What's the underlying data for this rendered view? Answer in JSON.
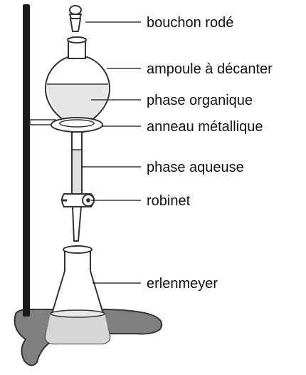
{
  "colors": {
    "rod": "#1a1a1a",
    "base": "#808080",
    "glass_fill": "#ffffff",
    "outline": "#333333",
    "aqueous_fill": "#dedede",
    "organic_fill": "#e6e6e6",
    "erlenmeyer_liquid": "#d6d6d6",
    "ring": "#ffffff"
  },
  "labels": {
    "stopper": "bouchon rodé",
    "funnel": "ampoule à décanter",
    "organic_phase": "phase organique",
    "ring": "anneau métallique",
    "aqueous_phase": "phase aqueuse",
    "stopcock": "robinet",
    "erlenmeyer": "erlenmeyer"
  },
  "icons": {
    "stand": "retort-stand-icon",
    "stopper": "ground-glass-stopper-icon",
    "funnel": "separatory-funnel-icon",
    "ring": "metal-ring-icon",
    "stopcock": "stopcock-icon",
    "flask": "erlenmeyer-flask-icon"
  }
}
